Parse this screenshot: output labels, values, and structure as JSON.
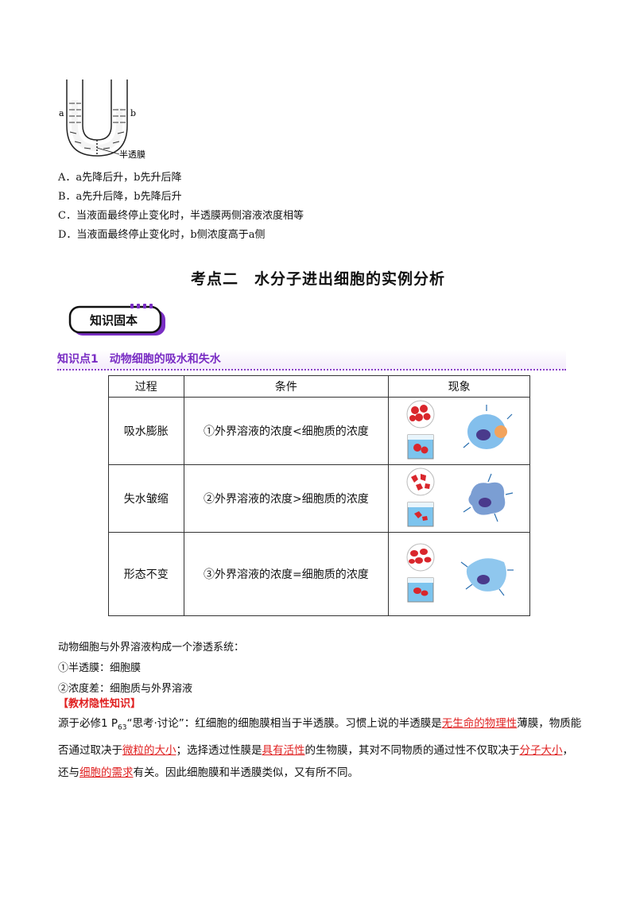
{
  "diagram": {
    "label_a": "a",
    "label_b": "b",
    "membrane_label": "半透膜"
  },
  "options": [
    "A．a先降后升，b先升后降",
    "B．a先升后降，b先降后升",
    "C．当液面最终停止变化时，半透膜两侧溶液浓度相等",
    "D．当液面最终停止变化时，b侧浓度高于a侧"
  ],
  "section_title": "考点二　水分子进出细胞的实例分析",
  "badge_label": "知识固本",
  "knowledge_point": "知识点1　动物细胞的吸水和失水",
  "table": {
    "headers": [
      "过程",
      "条件",
      "现象"
    ],
    "rows": [
      {
        "process": "吸水膨胀",
        "condition": "①外界溶液的浓度<细胞质的浓度"
      },
      {
        "process": "失水皱缩",
        "condition": "②外界溶液的浓度>细胞质的浓度"
      },
      {
        "process": "形态不变",
        "condition": "③外界溶液的浓度=细胞质的浓度"
      }
    ]
  },
  "notes": [
    "动物细胞与外界溶液构成一个渗透系统：",
    "①半透膜：细胞膜",
    "②浓度差：细胞质与外界溶液"
  ],
  "hidden_title": "【教材隐性知识】",
  "paragraph": {
    "p1": "源于必修1 P",
    "p_sub": "63",
    "p2": "“思考·讨论”：红细胞的细胞膜相当于半透膜。习惯上说的半透膜是",
    "h1": "无生命的物理性",
    "p3": "薄膜，物质能否通过取决于",
    "h2": "微粒的大小",
    "p4": "；选择透过性膜是",
    "h3": "具有活性",
    "p5": "的生物膜，其对不同物质的通过性不仅取决于",
    "h4": "分子大小",
    "p6": "，还与",
    "h5": "细胞的需求",
    "p7": "有关。因此细胞膜和半透膜类似，又有所不同。"
  },
  "colors": {
    "accent_purple": "#7a2ec4",
    "highlight_red": "#e02020",
    "cell_blue": "#5aa9e6",
    "rbc_red": "#d9262c"
  }
}
